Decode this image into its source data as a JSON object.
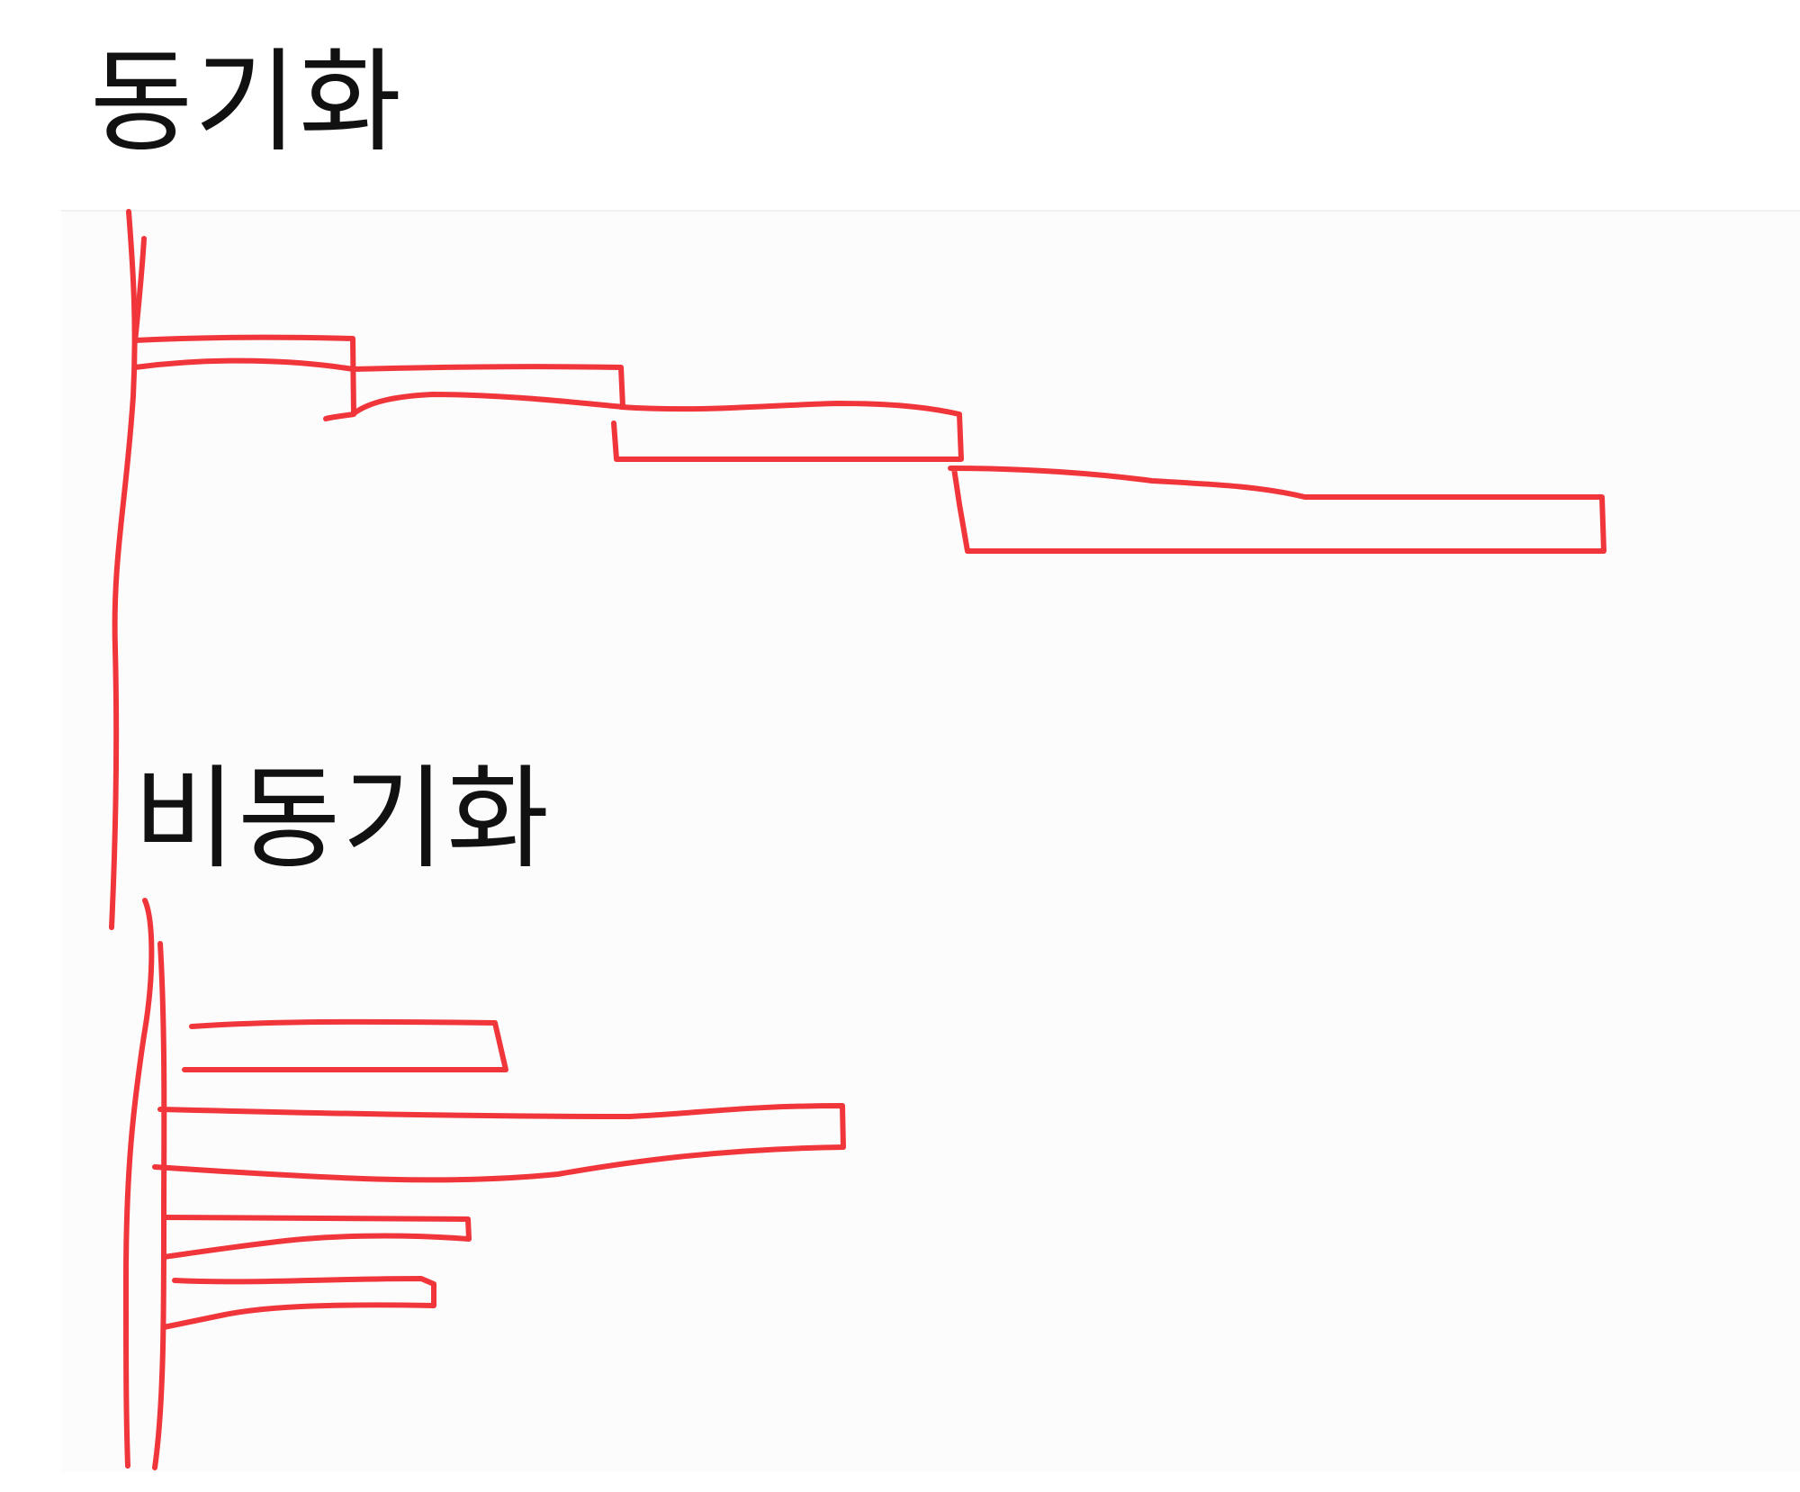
{
  "diagram": {
    "sync_label": "동기화",
    "async_label": "비동기화",
    "ink_color": "#f0363a",
    "sync_tasks": 4,
    "async_tasks": 4
  }
}
